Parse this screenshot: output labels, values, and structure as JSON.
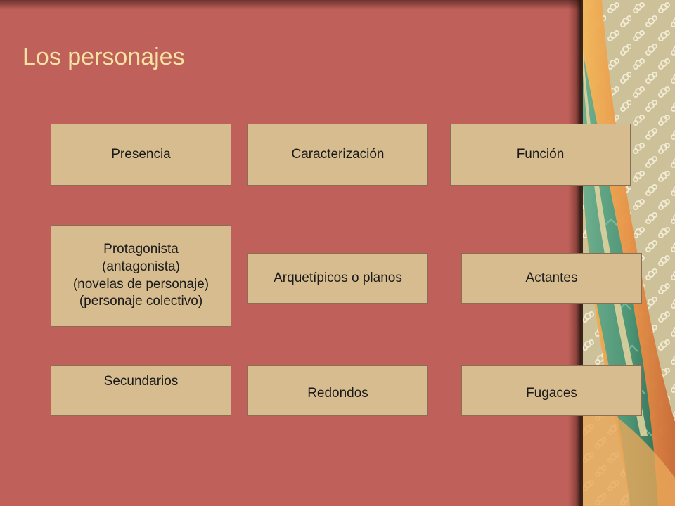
{
  "slide": {
    "title": "Los personajes",
    "colors": {
      "background": "#c0605a",
      "title": "#f6e4a3",
      "box_fill": "#d6bc8f",
      "box_border": "#8a6d52"
    }
  },
  "boxes": {
    "presencia": "Presencia",
    "caracterizacion": "Caracterización",
    "funcion": "Función",
    "protagonista": [
      "Protagonista",
      "(antagonista)",
      "(novelas de personaje)",
      "(personaje colectivo)"
    ],
    "arquetipicos": "Arquetípicos o planos",
    "actantes": "Actantes",
    "secundarios": "Secundarios",
    "redondos": "Redondos",
    "fugaces": "Fugaces"
  }
}
